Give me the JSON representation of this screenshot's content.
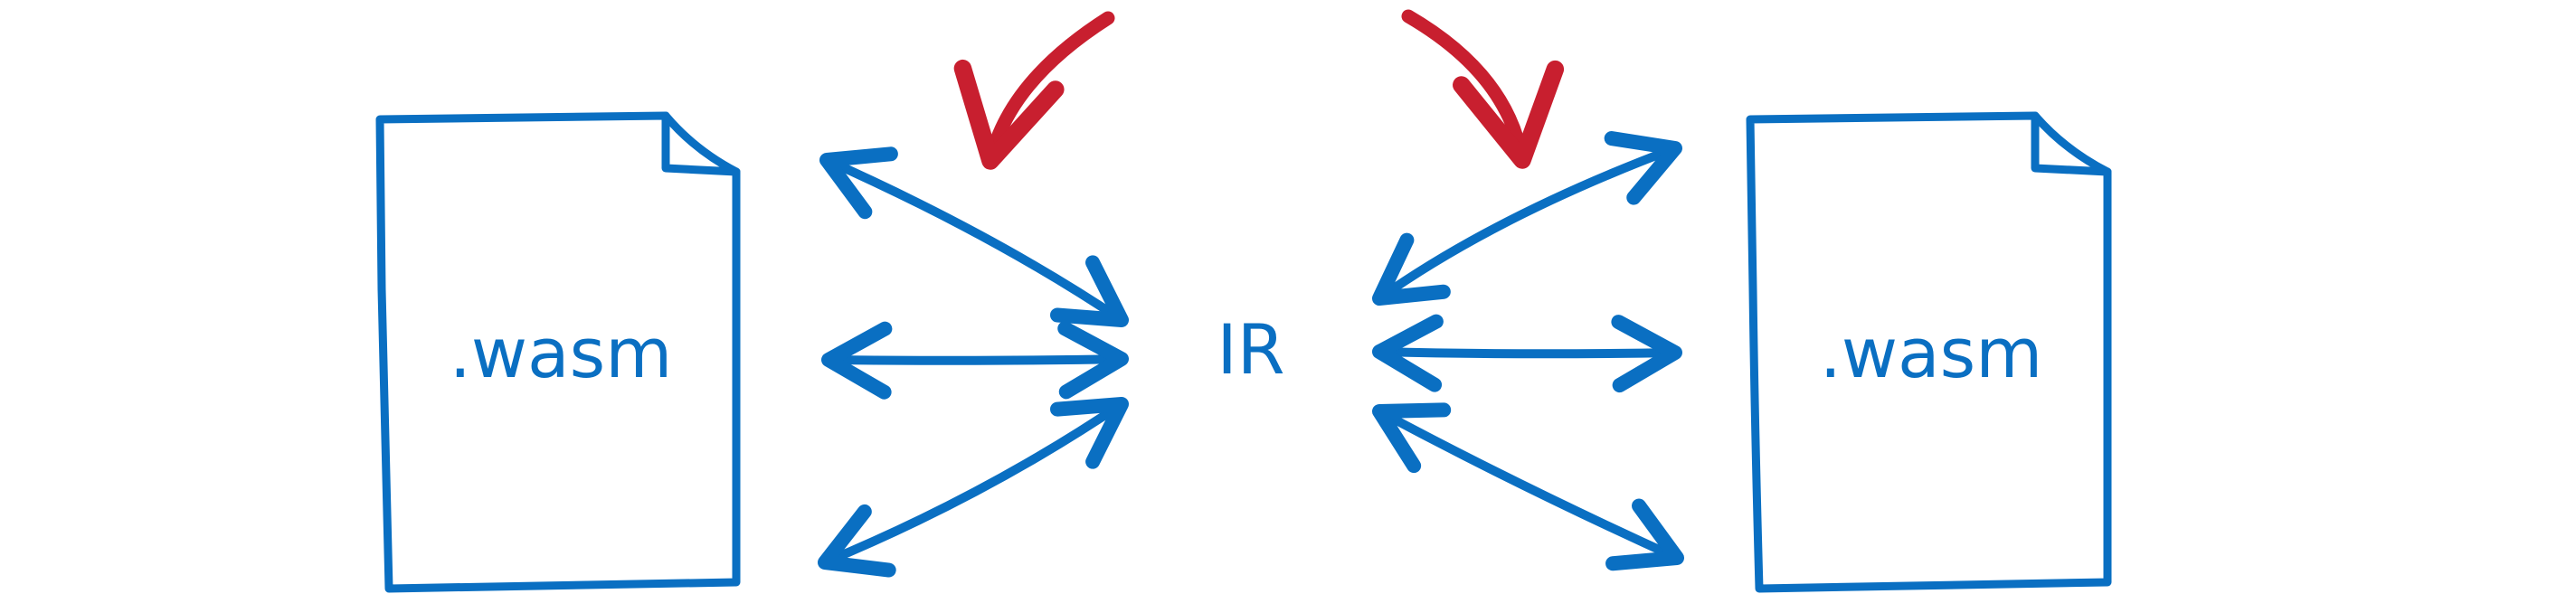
{
  "colors": {
    "blue": "#0a6fc2",
    "red": "#c81f2f",
    "background": "#ffffff"
  },
  "labels": {
    "left_file": ".wasm",
    "middle": "IR",
    "right_file": ".wasm"
  },
  "icons": {
    "left_document": "document-icon",
    "right_document": "document-icon",
    "left_red_arrow": "red-curved-arrow-icon",
    "right_red_arrow": "red-curved-arrow-icon"
  }
}
